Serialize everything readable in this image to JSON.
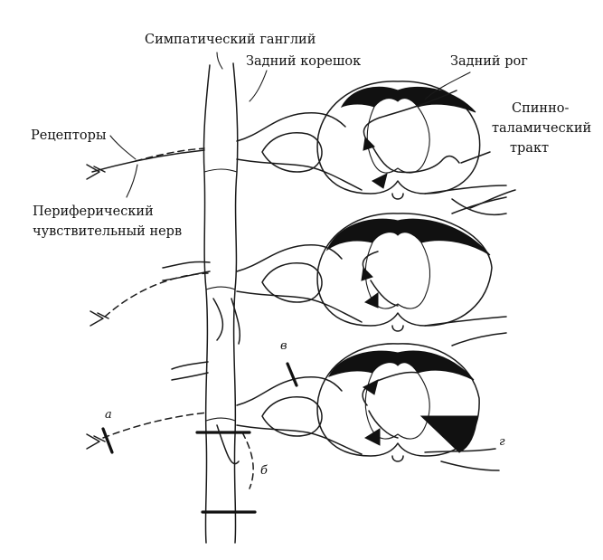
{
  "labels": {
    "sympathetic_ganglion": "Симпатический ганглий",
    "dorsal_root": "Задний корешок",
    "dorsal_horn": "Задний рог",
    "spinothalamic_tract_1": "Спинно-",
    "spinothalamic_tract_2": "таламический",
    "spinothalamic_tract_3": "тракт",
    "receptors": "Рецепторы",
    "peripheral_nerve_1": "Периферический",
    "peripheral_nerve_2": "чувствительный нерв"
  },
  "markers": {
    "a": "а",
    "b": "б",
    "v": "в",
    "g": "г"
  },
  "colors": {
    "ink": "#111111",
    "paper": "#ffffff"
  }
}
